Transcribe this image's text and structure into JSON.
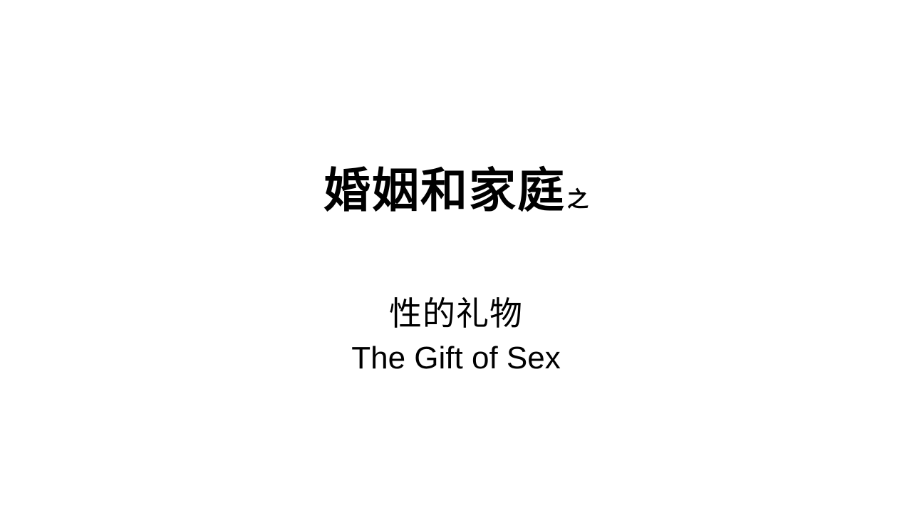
{
  "slide": {
    "title": "婚姻和家庭",
    "title_suffix": "之",
    "subtitle_zh": "性的礼物",
    "subtitle_en": "The Gift of Sex"
  }
}
